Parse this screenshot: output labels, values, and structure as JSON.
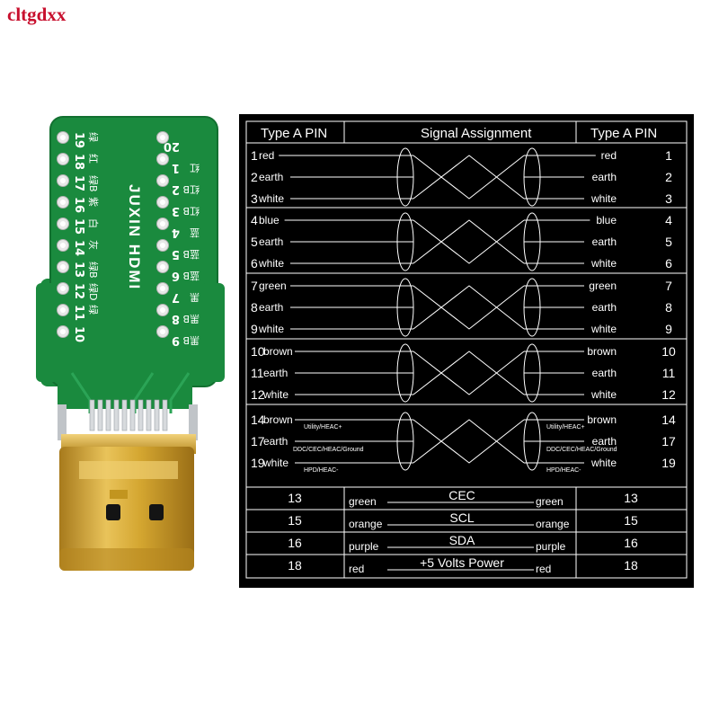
{
  "watermark": "cltgdxx",
  "board": {
    "label": "JUXIN HDMI",
    "left_numbers": [
      "19",
      "18",
      "17",
      "16",
      "15",
      "14",
      "13",
      "12",
      "11",
      "10"
    ],
    "right_numbers": [
      "20",
      "1",
      "2",
      "3",
      "4",
      "5",
      "6",
      "7",
      "8",
      "9"
    ],
    "left_colors": [
      "绿",
      "红",
      "绿B",
      "紫",
      "白",
      "灰",
      "绿B",
      "绿D",
      "绿",
      ""
    ],
    "right_colors": [
      "",
      "红",
      "红B",
      "红B",
      "蓝",
      "蓝B",
      "蓝B",
      "黑",
      "黑B",
      "黑B"
    ]
  },
  "diagram": {
    "header": {
      "left": "Type A PIN",
      "center": "Signal Assignment",
      "right": "Type A PIN"
    },
    "groups": [
      {
        "rows": [
          {
            "pin": "1",
            "left_label": "red",
            "right_label": "red"
          },
          {
            "pin": "2",
            "left_label": "earth",
            "right_label": "earth"
          },
          {
            "pin": "3",
            "left_label": "white",
            "right_label": "white"
          }
        ]
      },
      {
        "rows": [
          {
            "pin": "4",
            "left_label": "blue",
            "right_label": "blue"
          },
          {
            "pin": "5",
            "left_label": "earth",
            "right_label": "earth"
          },
          {
            "pin": "6",
            "left_label": "white",
            "right_label": "white"
          }
        ]
      },
      {
        "rows": [
          {
            "pin": "7",
            "left_label": "green",
            "right_label": "green"
          },
          {
            "pin": "8",
            "left_label": "earth",
            "right_label": "earth"
          },
          {
            "pin": "9",
            "left_label": "white",
            "right_label": "white"
          }
        ]
      },
      {
        "rows": [
          {
            "pin": "10",
            "left_label": "brown",
            "right_label": "brown"
          },
          {
            "pin": "11",
            "left_label": "earth",
            "right_label": "earth"
          },
          {
            "pin": "12",
            "left_label": "white",
            "right_label": "white"
          }
        ]
      },
      {
        "rows": [
          {
            "pin": "14",
            "left_label": "brown",
            "right_label": "brown"
          },
          {
            "pin": "17",
            "left_label": "earth",
            "right_label": "earth"
          },
          {
            "pin": "19",
            "left_label": "white",
            "right_label": "white"
          }
        ],
        "notes_left": [
          "Utility/HEAC+",
          "DDC/CEC/HEAC/Ground",
          "HPD/HEAC-"
        ],
        "notes_right": [
          "Utility/HEAC+",
          "DDC/CEC/HEAC/Ground",
          "HPD/HEAC-"
        ]
      }
    ],
    "signals": [
      {
        "pin": "13",
        "color": "green",
        "name": "CEC"
      },
      {
        "pin": "15",
        "color": "orange",
        "name": "SCL"
      },
      {
        "pin": "16",
        "color": "purple",
        "name": "SDA"
      },
      {
        "pin": "18",
        "color": "red",
        "name": "+5 Volts Power"
      }
    ]
  },
  "colors": {
    "pcb": "#1a8a3e",
    "pcb_edge": "#127030",
    "silk": "#ffffff",
    "gold": "#d4a630",
    "diagram_bg": "#000000",
    "watermark": "#c8102e"
  }
}
